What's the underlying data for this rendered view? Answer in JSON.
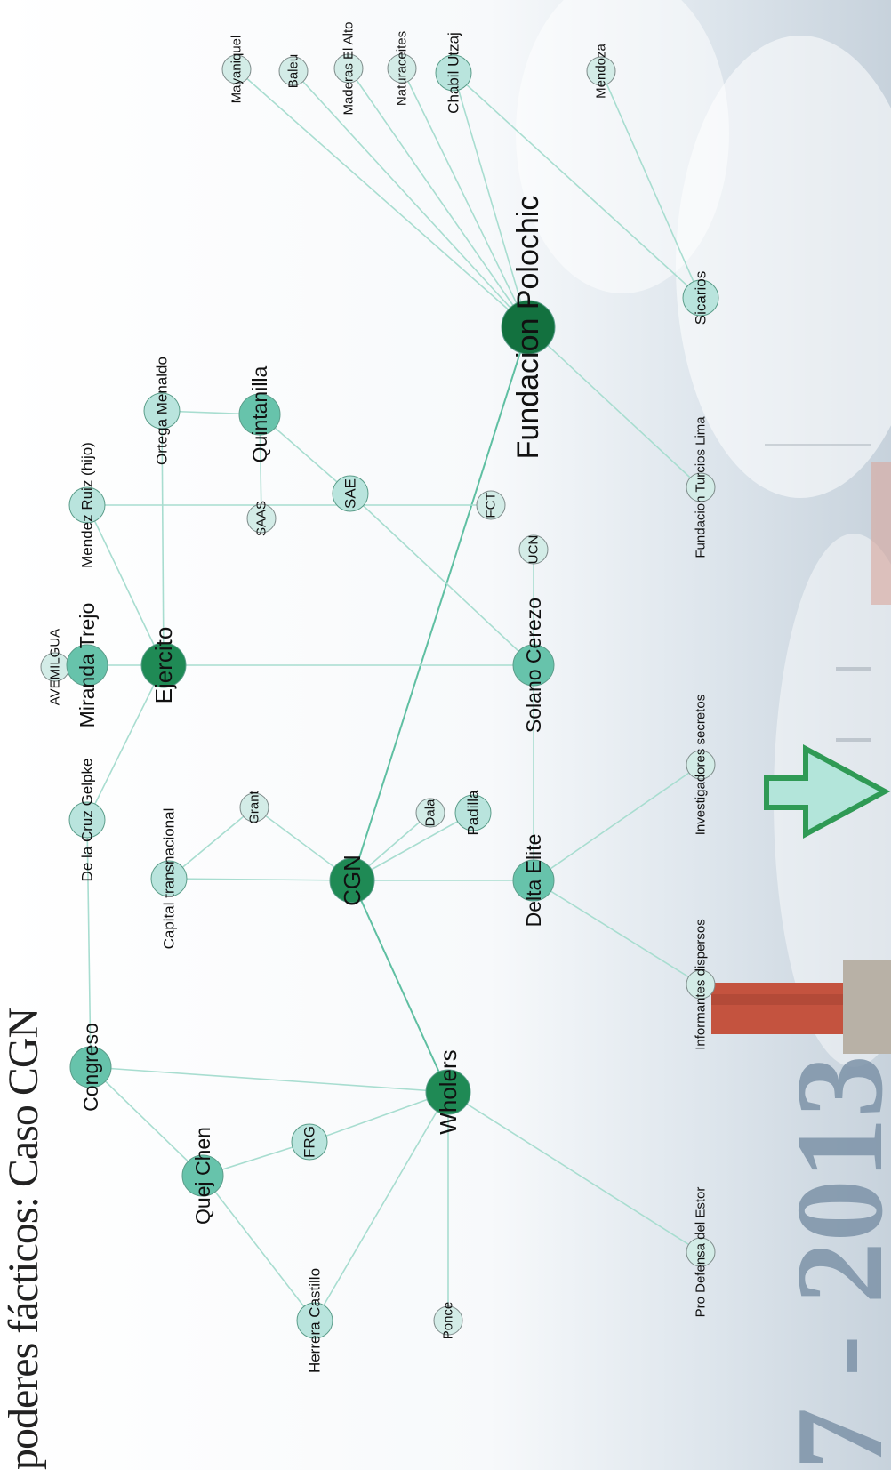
{
  "title": "poderes fácticos: Caso CGN",
  "background_year": "7 - 2013",
  "colors": {
    "edge": "#a8ddd0",
    "edge_dark": "#5fbfa2",
    "node_light": "#b9e4dd",
    "node_mid": "#67c3ab",
    "node_dark": "#1f8a55",
    "node_darkest": "#13713f",
    "arrow_fill": "#b3e5da",
    "arrow_stroke": "#2f9a55"
  },
  "nodes": [
    {
      "id": "mayaniquel",
      "label": "Mayaniquel",
      "tier": "small"
    },
    {
      "id": "baleu",
      "label": "Baleu",
      "tier": "small"
    },
    {
      "id": "maderas",
      "label": "Maderas El Alto",
      "tier": "small"
    },
    {
      "id": "naturaceites",
      "label": "Naturaceites",
      "tier": "small"
    },
    {
      "id": "chabil",
      "label": "Chabil Utzaj",
      "tier": "light"
    },
    {
      "id": "mendoza",
      "label": "Mendoza",
      "tier": "small"
    },
    {
      "id": "fct",
      "label": "FCT",
      "tier": "small"
    },
    {
      "id": "mendezruiz",
      "label": "Mendez Ruiz (hijo)",
      "tier": "light"
    },
    {
      "id": "ortega",
      "label": "Ortega Menaldo",
      "tier": "light"
    },
    {
      "id": "quintanilla",
      "label": "Quintanilla",
      "tier": "mid"
    },
    {
      "id": "saas",
      "label": "SAAS",
      "tier": "small"
    },
    {
      "id": "sae",
      "label": "SAE",
      "tier": "light"
    },
    {
      "id": "fundacion",
      "label": "Fundacion Polochic",
      "tier": "darkest"
    },
    {
      "id": "sicarios",
      "label": "Sicarios",
      "tier": "light"
    },
    {
      "id": "avemilgua",
      "label": "AVEMILGUA",
      "tier": "small"
    },
    {
      "id": "miranda",
      "label": "Miranda Trejo",
      "tier": "mid"
    },
    {
      "id": "ejercito",
      "label": "Ejercito",
      "tier": "dark"
    },
    {
      "id": "ucn",
      "label": "UCN",
      "tier": "small"
    },
    {
      "id": "solano",
      "label": "Solano Cerezo",
      "tier": "mid"
    },
    {
      "id": "turcios",
      "label": "Fundacion Turcios Lima",
      "tier": "small"
    },
    {
      "id": "delacruz",
      "label": "De la Cruz Gelpke",
      "tier": "light"
    },
    {
      "id": "capital",
      "label": "Capital transnacional",
      "tier": "light"
    },
    {
      "id": "grant",
      "label": "Grant",
      "tier": "small"
    },
    {
      "id": "cgn",
      "label": "CGN",
      "tier": "dark"
    },
    {
      "id": "dala",
      "label": "Dala",
      "tier": "small"
    },
    {
      "id": "padilla",
      "label": "Padilla",
      "tier": "light"
    },
    {
      "id": "delta",
      "label": "Delta Elite",
      "tier": "mid"
    },
    {
      "id": "investigadores",
      "label": "Investigadores secretos",
      "tier": "small"
    },
    {
      "id": "informantes",
      "label": "Informantes dispersos",
      "tier": "small"
    },
    {
      "id": "congreso",
      "label": "Congreso",
      "tier": "mid"
    },
    {
      "id": "wholers",
      "label": "Wholers",
      "tier": "dark"
    },
    {
      "id": "frg",
      "label": "FRG",
      "tier": "light"
    },
    {
      "id": "quejchen",
      "label": "Quej Chen",
      "tier": "mid"
    },
    {
      "id": "herrera",
      "label": "Herrera Castillo",
      "tier": "light"
    },
    {
      "id": "ponce",
      "label": "Ponce",
      "tier": "small"
    },
    {
      "id": "prodefensa",
      "label": "Pro Defensa del Estor",
      "tier": "small"
    }
  ],
  "edges": [
    [
      "fundacion",
      "mayaniquel"
    ],
    [
      "fundacion",
      "baleu"
    ],
    [
      "fundacion",
      "maderas"
    ],
    [
      "fundacion",
      "naturaceites"
    ],
    [
      "fundacion",
      "chabil"
    ],
    [
      "chabil",
      "sicarios"
    ],
    [
      "mendoza",
      "sicarios"
    ],
    [
      "fundacion",
      "turcios"
    ],
    [
      "fundacion",
      "cgn"
    ],
    [
      "fct",
      "mendezruiz"
    ],
    [
      "mendezruiz",
      "ejercito"
    ],
    [
      "ortega",
      "ejercito"
    ],
    [
      "ortega",
      "quintanilla"
    ],
    [
      "quintanilla",
      "saas"
    ],
    [
      "quintanilla",
      "sae"
    ],
    [
      "sae",
      "solano"
    ],
    [
      "avemilgua",
      "miranda"
    ],
    [
      "miranda",
      "ejercito"
    ],
    [
      "ejercito",
      "solano"
    ],
    [
      "ejercito",
      "delacruz"
    ],
    [
      "delacruz",
      "congreso"
    ],
    [
      "solano",
      "ucn"
    ],
    [
      "solano",
      "delta"
    ],
    [
      "capital",
      "grant"
    ],
    [
      "capital",
      "cgn"
    ],
    [
      "grant",
      "cgn"
    ],
    [
      "cgn",
      "dala"
    ],
    [
      "cgn",
      "padilla"
    ],
    [
      "cgn",
      "delta"
    ],
    [
      "cgn",
      "wholers"
    ],
    [
      "delta",
      "investigadores"
    ],
    [
      "delta",
      "informantes"
    ],
    [
      "congreso",
      "wholers"
    ],
    [
      "congreso",
      "quejchen"
    ],
    [
      "quejchen",
      "frg"
    ],
    [
      "frg",
      "wholers"
    ],
    [
      "quejchen",
      "herrera"
    ],
    [
      "herrera",
      "wholers"
    ],
    [
      "wholers",
      "ponce"
    ],
    [
      "wholers",
      "prodefensa"
    ]
  ]
}
